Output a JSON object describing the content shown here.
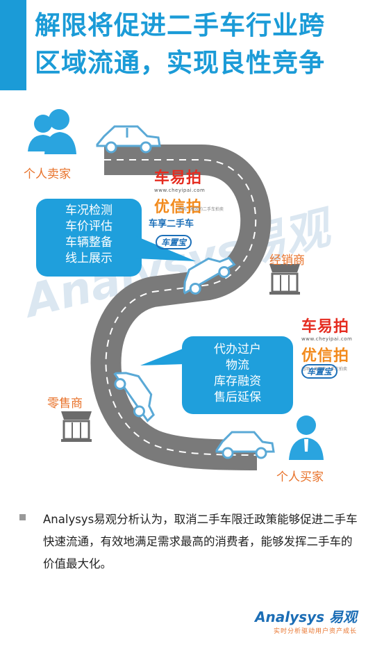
{
  "header": {
    "title_line1": "解限将促进二手车行业跨",
    "title_line2": "区域流通，实现良性竞争"
  },
  "watermark": {
    "text": "Analysys易观"
  },
  "nodes": {
    "seller": "个人卖家",
    "dealer": "经销商",
    "retailer": "零售商",
    "buyer": "个人买家"
  },
  "bubble_top": {
    "lines": [
      "车况检测",
      "车价评估",
      "车辆整备",
      "线上展示"
    ]
  },
  "bubble_bottom": {
    "lines": [
      "代办过户",
      "物流",
      "库存融资",
      "售后延保"
    ]
  },
  "logos_top": {
    "cheyipai": "车易拍",
    "cheyipai_url": "www.cheyipai.com",
    "youxinpai": "优信拍",
    "youxinpai_sub": "透明、高效的二手车拍卖",
    "chexiang": "车享二手车",
    "chebao": "车置宝"
  },
  "logos_bottom": {
    "cheyipai": "车易拍",
    "cheyipai_url": "www.cheyipai.com",
    "youxinpai": "优信拍",
    "youxinpai_sub": "透明、高效的二手车拍卖",
    "chebao": "车置宝"
  },
  "note": {
    "text": "Analysys易观分析认为，取消二手车限迁政策能够促进二手车快速流通，有效地满足需求最高的消费者，能够发挥二手车的价值最大化。"
  },
  "footer": {
    "brand": "Analysys 易观",
    "slogan": "实时分析驱动用户资产成长"
  },
  "colors": {
    "brand_blue": "#1b9bd7",
    "road": "#7d7d7d",
    "accent_orange": "#e8722a"
  }
}
